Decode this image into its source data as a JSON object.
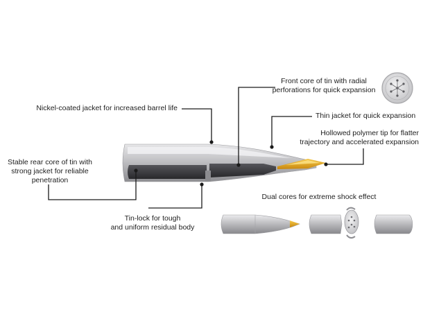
{
  "callouts": {
    "nickel_jacket": "Nickel-coated jacket for increased barrel life",
    "front_core_line1": "Front core of tin with radial",
    "front_core_line2": "perforations for quick expansion",
    "thin_jacket": "Thin jacket for quick expansion",
    "polymer_tip_line1": "Hollowed polymer tip for flatter",
    "polymer_tip_line2": "trajectory and accelerated expansion",
    "rear_core_line1": "Stable rear core of tin with",
    "rear_core_line2": "strong jacket for reliable",
    "rear_core_line3": "penetration",
    "tin_lock_line1": "Tin-lock for tough",
    "tin_lock_line2": "and uniform residual body",
    "dual_cores": "Dual cores for extreme shock effect"
  },
  "colors": {
    "leader_line": "#1a1a1a",
    "jacket_silver": "#b8b8ba",
    "core_dark": "#3a3a3c",
    "polymer_tip": "#e0a21a",
    "text": "#1e1e1e"
  },
  "icons": {
    "perforation_detail": "radial-perforation-icon",
    "leader_dot": "callout-dot-icon"
  }
}
